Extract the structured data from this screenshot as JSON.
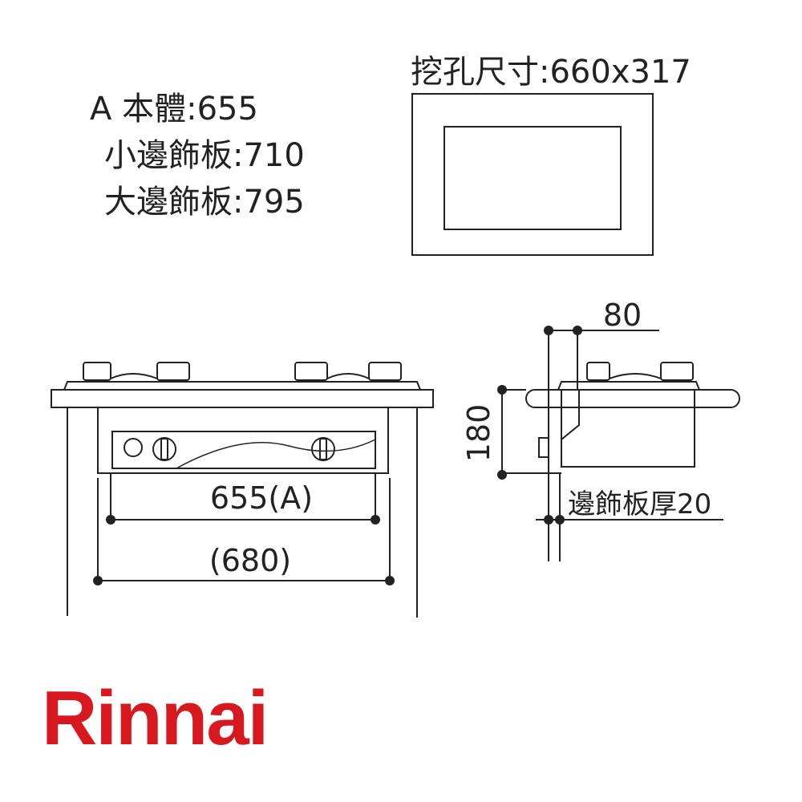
{
  "specs": [
    {
      "label": "A 本體",
      "value": "655"
    },
    {
      "label": "小邊飾板",
      "value": "710"
    },
    {
      "label": "大邊飾板",
      "value": "795"
    }
  ],
  "cutout": {
    "label": "挖孔尺寸",
    "value": "660x317"
  },
  "front_view": {
    "dim_a": "655(A)",
    "dim_b": "(680)"
  },
  "side_view": {
    "dim_top": "80",
    "dim_height": "180",
    "trim_label": "邊飾板厚20"
  },
  "brand": {
    "name": "Rinnai",
    "color": "#d7191f"
  }
}
